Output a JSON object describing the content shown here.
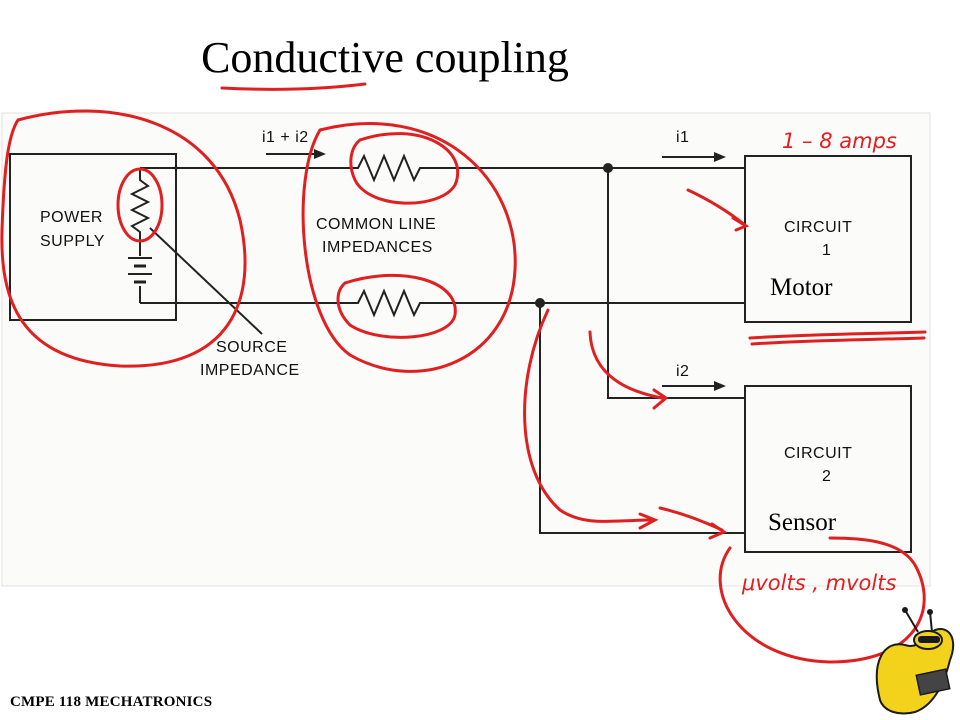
{
  "slide": {
    "title": "Conductive coupling",
    "footer": "CMPE 118 MECHATRONICS"
  },
  "diagram": {
    "power_supply_line1": "POWER",
    "power_supply_line2": "SUPPLY",
    "common_line_line1": "COMMON LINE",
    "common_line_line2": "IMPEDANCES",
    "source_line1": "SOURCE",
    "source_line2": "IMPEDANCE",
    "circuit1_line1": "CIRCUIT",
    "circuit1_line2": "1",
    "circuit2_line1": "CIRCUIT",
    "circuit2_line2": "2",
    "current_total": "i1 + i2",
    "current_1": "i1",
    "current_2": "i2"
  },
  "annotations": {
    "motor": "Motor",
    "sensor": "Sensor",
    "amps": "1 – 8 amps",
    "millivolts": "μvolts , mvolts",
    "ink_color": "#e02020"
  }
}
